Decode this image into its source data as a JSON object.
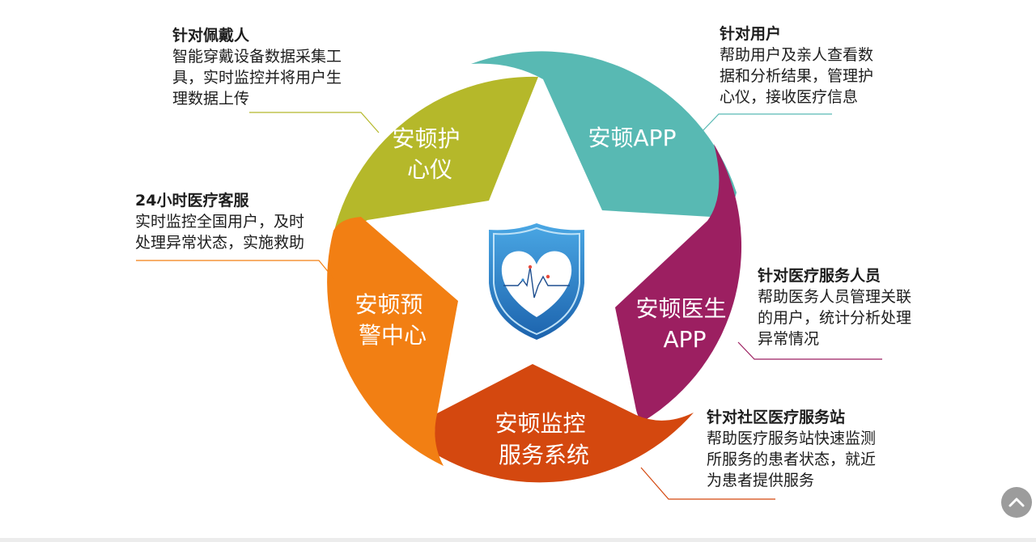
{
  "segments": {
    "top_left": {
      "label_lines": [
        "安顿护",
        "心仪"
      ],
      "color": "#b5b82a"
    },
    "top_right": {
      "label_lines": [
        "安顿APP"
      ],
      "color": "#58b9b3"
    },
    "right": {
      "label_lines": [
        "安顿医生",
        "APP"
      ],
      "color": "#9c1f61"
    },
    "bottom": {
      "label_lines": [
        "安顿监控",
        "服务系统"
      ],
      "color": "#d4480f"
    },
    "left": {
      "label_lines": [
        "安顿预",
        "警中心"
      ],
      "color": "#f27f13"
    }
  },
  "annotations": {
    "wearer": {
      "title": "针对佩戴人",
      "lines": [
        "智能穿戴设备数据采集工",
        "具，实时监控并将用户生",
        "理数据上传"
      ]
    },
    "user": {
      "title": "针对用户",
      "lines": [
        "帮助用户及亲人查看数",
        "据和分析结果，管理护",
        "心仪，接收医疗信息"
      ]
    },
    "service": {
      "title": "24小时医疗客服",
      "lines": [
        "实时监控全国用户，及时",
        "处理异常状态，实施救助"
      ]
    },
    "medical_staff": {
      "title": "针对医疗服务人员",
      "lines": [
        "帮助医务人员管理关联",
        "的用户，统计分析处理",
        "异常情况"
      ]
    },
    "community": {
      "title": "针对社区医疗服务站",
      "lines": [
        "帮助医疗服务站快速监测",
        "所服务的患者状态，就近",
        "为患者提供服务"
      ]
    }
  },
  "center_icon": {
    "name": "heart-shield-icon",
    "shield_color": "#2f88cf",
    "ecg_color": "#1f4f8f"
  },
  "scroll_top": {
    "icon": "chevron-up-icon",
    "color": "#9c9c9c"
  }
}
